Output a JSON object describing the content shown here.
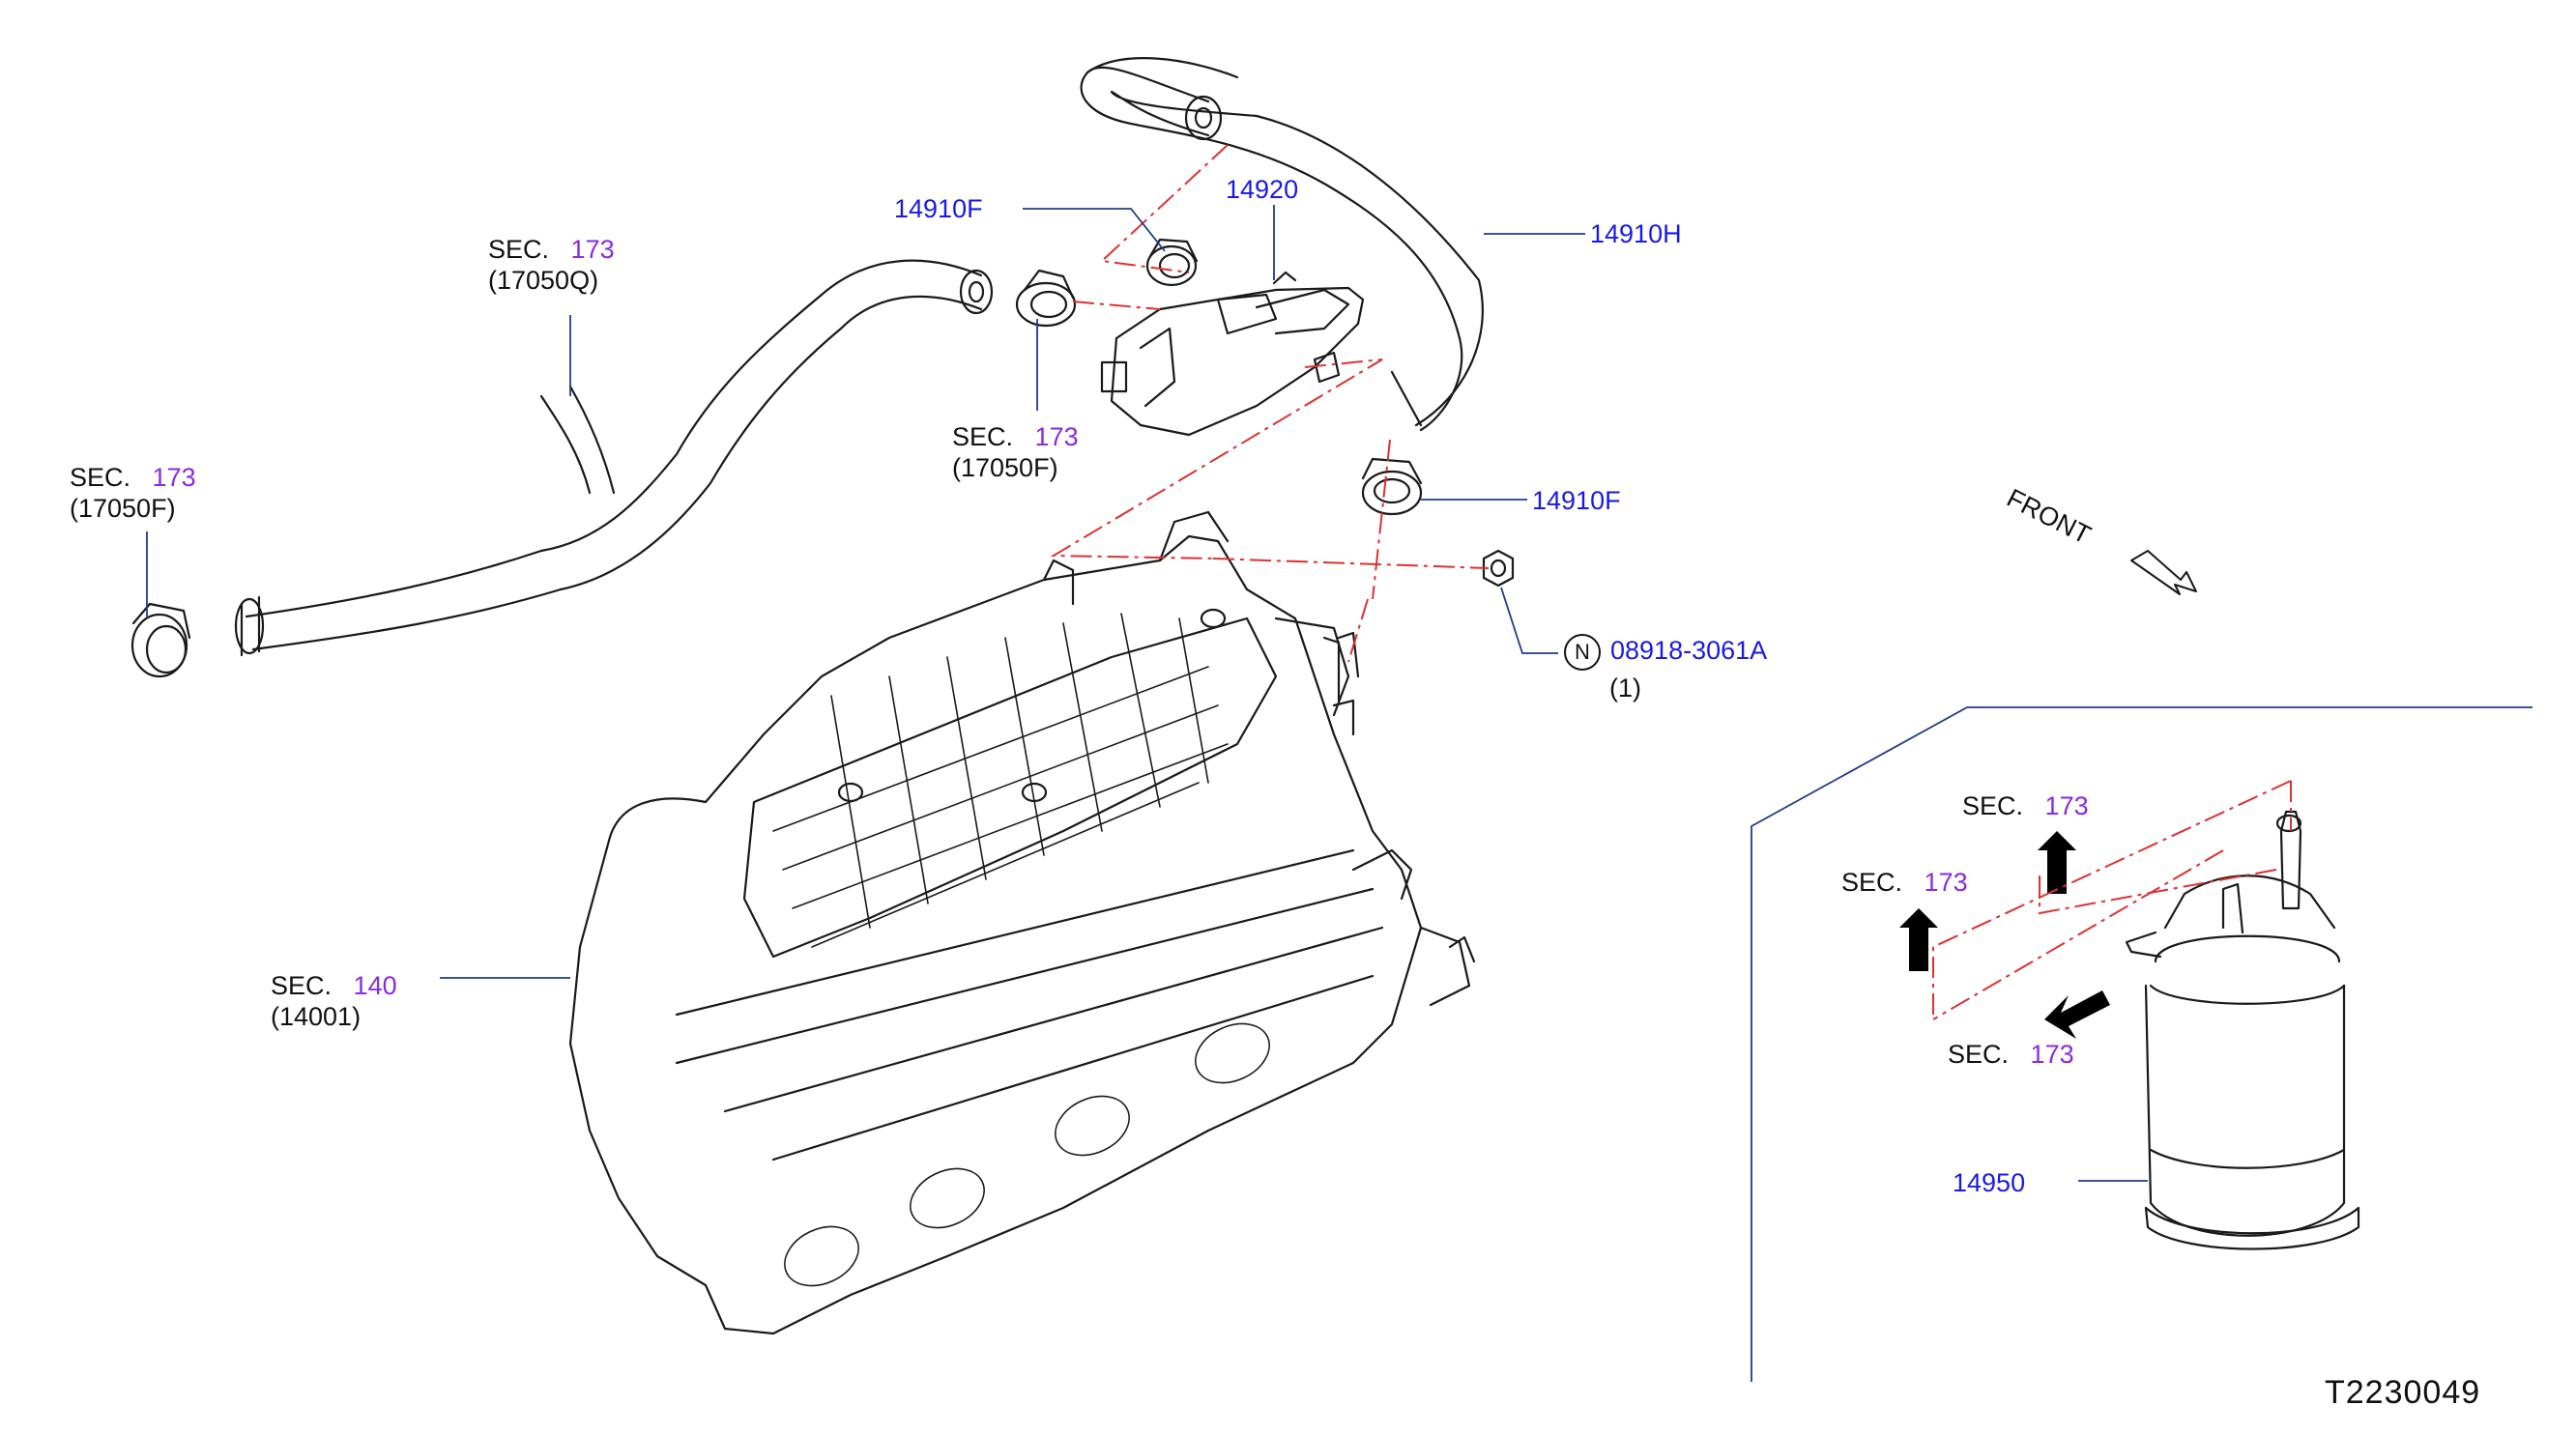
{
  "colors": {
    "part_number": "#1a1ae6",
    "section_number": "#8a2be2",
    "leader_line": "#1f3c88",
    "phantom_line": "#e03030",
    "drawing": "#1a1a1a"
  },
  "labels": {
    "sec_17050q": {
      "word": "SEC.",
      "num": "173",
      "ref": "(17050Q)"
    },
    "sec_17050f_left": {
      "word": "SEC.",
      "num": "173",
      "ref": "(17050F)"
    },
    "sec_17050f_mid": {
      "word": "SEC.",
      "num": "173",
      "ref": "(17050F)"
    },
    "sec_140": {
      "word": "SEC.",
      "num": "140",
      "ref": "(14001)"
    },
    "pn_14910f_top": "14910F",
    "pn_14920": "14920",
    "pn_14910h": "14910H",
    "pn_14910f_right": "14910F",
    "pn_nut": {
      "circle": "N",
      "number": "08918-3061A",
      "qty": "(1)"
    },
    "inset_sec_top": {
      "word": "SEC.",
      "num": "173"
    },
    "inset_sec_left": {
      "word": "SEC.",
      "num": "173"
    },
    "inset_sec_bottom": {
      "word": "SEC.",
      "num": "173"
    },
    "pn_14950": "14950"
  },
  "front_marker": "FRONT",
  "diagram_code": "T2230049"
}
